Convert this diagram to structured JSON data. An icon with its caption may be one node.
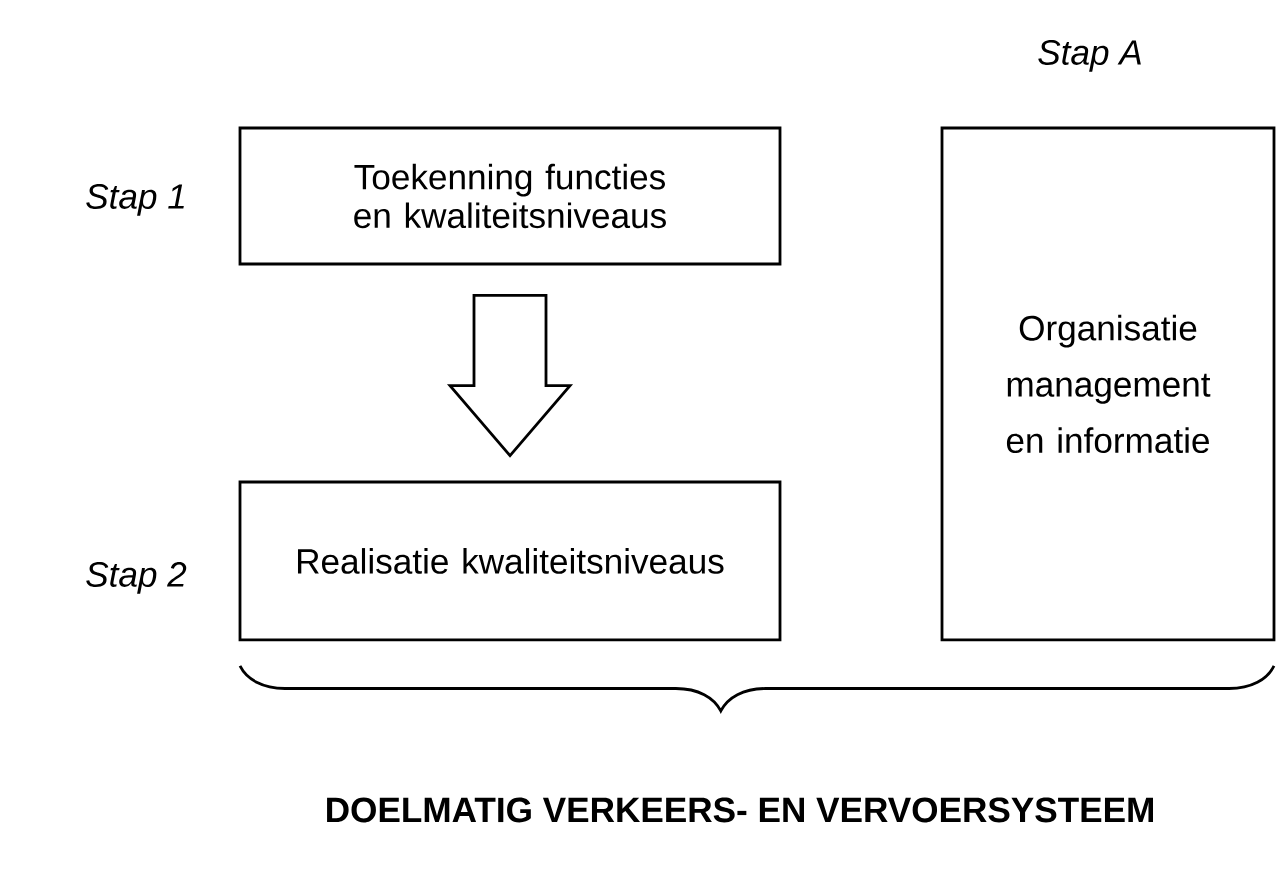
{
  "diagram": {
    "nodes": [
      {
        "text": [
          "Toekenning functies en kwaliteitsniveaus"
        ],
        "beside": [
          "Stap 1"
        ]
      },
      {
        "text": [
          "Realisatie kwaliteitsniveaus"
        ],
        "beside": [
          "Stap 2"
        ]
      },
      {
        "text": [
          "Organisatie management en informatie"
        ],
        "beside": [
          "Stap A"
        ]
      }
    ],
    "edges": [
      {
        "from": 0,
        "to": 1,
        "arrow": "to"
      }
    ],
    "labels": [
      "DOELMATIG VERKEERS- EN VERVOERSYSTEEM"
    ]
  }
}
